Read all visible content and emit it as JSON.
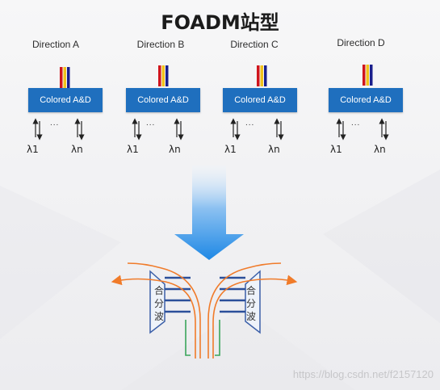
{
  "title": "FOADM站型",
  "directions": [
    {
      "label": "Direction A",
      "box_label": "Colored A&D",
      "lambda_first": "λ1",
      "lambda_last": "λn",
      "dots": "..."
    },
    {
      "label": "Direction B",
      "box_label": "Colored A&D",
      "lambda_first": "λ1",
      "lambda_last": "λn",
      "dots": "..."
    },
    {
      "label": "Direction C",
      "box_label": "Colored A&D",
      "lambda_first": "λ1",
      "lambda_last": "λn",
      "dots": "..."
    },
    {
      "label": "Direction D",
      "box_label": "Colored A&D",
      "lambda_first": "λ1",
      "lambda_last": "λn",
      "dots": "..."
    }
  ],
  "mux_left": {
    "chars": [
      "合",
      "分",
      "波"
    ]
  },
  "mux_right": {
    "chars": [
      "合",
      "分",
      "波"
    ]
  },
  "watermark": "https://blog.csdn.net/f2157120",
  "colors": {
    "box_blue": "#1f6fbe",
    "arrow_blue": "#1e88e5",
    "fiber_orange": "#f07b2a",
    "fiber_green": "#3aa55a",
    "bar_red": "#d0141c",
    "bar_yellow": "#f1c21b",
    "bar_navy": "#1a1f8c"
  }
}
